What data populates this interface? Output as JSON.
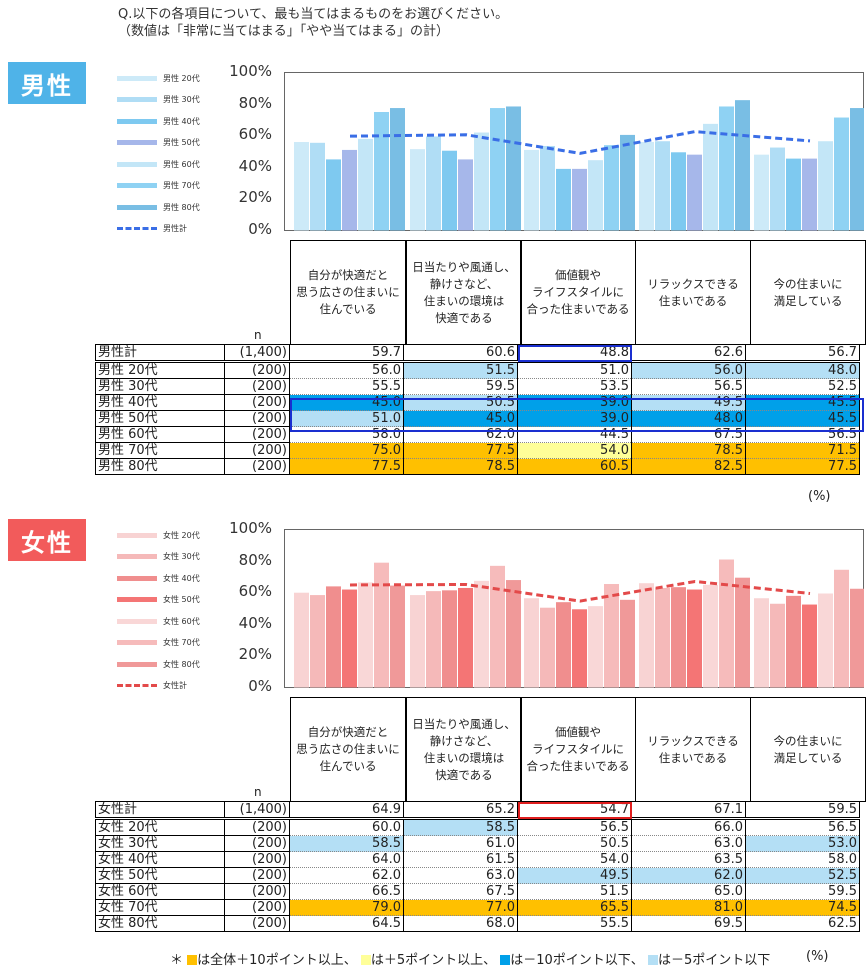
{
  "question": "Q.以下の各項目について、最も当てはまるものをお選びください。\n（数値は「非常に当てはまる」「やや当てはまる」の計）",
  "categories": [
    "自分が快適だと\n思う広さの住まいに\n住んでいる",
    "日当たりや風通し、\n静けさなど、\n住まいの環境は\n快適である",
    "価値観や\nライフスタイルに\n合った住まいである",
    "リラックスできる\n住まいである",
    "今の住まいに\n満足している"
  ],
  "n_header": "n",
  "unit": "(%)",
  "colors": {
    "gold": "#FFC000",
    "light_yellow": "#FFFF99",
    "strong_blue": "#00A0E9",
    "light_blue": "#B4DFF5"
  },
  "footnote": {
    "prefix": "＊",
    "gold": "は全体＋10ポイント以上、",
    "yellow": "は＋5ポイント以上、",
    "strong_blue": "は－10ポイント以下、",
    "light_blue": "は－5ポイント以下",
    "unit": "(%)"
  },
  "chart_data": [
    {
      "type": "bar",
      "badge": "男性",
      "badge_color": "#4FB3E8",
      "total_color": "#3A6EE6",
      "highlight_color": "#1A2FD0",
      "ylim": [
        0,
        100
      ],
      "yticks": [
        "100%",
        "80%",
        "60%",
        "40%",
        "20%",
        "0%"
      ],
      "series_colors": [
        "#CDEAF8",
        "#B0DDF5",
        "#7EC9F0",
        "#A6B7EA",
        "#C3E6F7",
        "#8FD2F3",
        "#79BEE4"
      ],
      "total": {
        "name": "男性計",
        "n": "(1,400)",
        "values": [
          59.7,
          60.6,
          48.8,
          62.6,
          56.7
        ]
      },
      "series": [
        {
          "name": "男性 20代",
          "n": "(200)",
          "values": [
            56.0,
            51.5,
            51.0,
            56.0,
            48.0
          ]
        },
        {
          "name": "男性 30代",
          "n": "(200)",
          "values": [
            55.5,
            59.5,
            53.5,
            56.5,
            52.5
          ]
        },
        {
          "name": "男性 40代",
          "n": "(200)",
          "values": [
            45.0,
            50.5,
            39.0,
            49.5,
            45.5
          ]
        },
        {
          "name": "男性 50代",
          "n": "(200)",
          "values": [
            51.0,
            45.0,
            39.0,
            48.0,
            45.5
          ]
        },
        {
          "name": "男性 60代",
          "n": "(200)",
          "values": [
            58.0,
            62.0,
            44.5,
            67.5,
            56.5
          ]
        },
        {
          "name": "男性 70代",
          "n": "(200)",
          "values": [
            75.0,
            77.5,
            54.0,
            78.5,
            71.5
          ]
        },
        {
          "name": "男性 80代",
          "n": "(200)",
          "values": [
            77.5,
            78.5,
            60.5,
            82.5,
            77.5
          ]
        }
      ],
      "highlights": [
        [
          null,
          "light_blue",
          null,
          "light_blue",
          "light_blue"
        ],
        [
          null,
          null,
          null,
          null,
          null
        ],
        [
          "strong_blue",
          "light_blue",
          "strong_blue",
          "light_blue",
          "strong_blue"
        ],
        [
          "light_blue",
          "strong_blue",
          "strong_blue",
          "strong_blue",
          "strong_blue"
        ],
        [
          null,
          null,
          null,
          null,
          null
        ],
        [
          "gold",
          "gold",
          "light_yellow",
          "gold",
          "gold"
        ],
        [
          "gold",
          "gold",
          "gold",
          "gold",
          "gold"
        ]
      ]
    },
    {
      "type": "bar",
      "badge": "女性",
      "badge_color": "#F25B5B",
      "total_color": "#E34A4A",
      "highlight_color": "#E01E1E",
      "ylim": [
        0,
        100
      ],
      "yticks": [
        "100%",
        "80%",
        "60%",
        "40%",
        "20%",
        "0%"
      ],
      "series_colors": [
        "#F8D3D3",
        "#F5B9B9",
        "#F08E8E",
        "#F47575",
        "#F9D7D7",
        "#F6BBBB",
        "#F09999"
      ],
      "total": {
        "name": "女性計",
        "n": "(1,400)",
        "values": [
          64.9,
          65.2,
          54.7,
          67.1,
          59.5
        ]
      },
      "series": [
        {
          "name": "女性 20代",
          "n": "(200)",
          "values": [
            60.0,
            58.5,
            56.5,
            66.0,
            56.5
          ]
        },
        {
          "name": "女性 30代",
          "n": "(200)",
          "values": [
            58.5,
            61.0,
            50.5,
            63.0,
            53.0
          ]
        },
        {
          "name": "女性 40代",
          "n": "(200)",
          "values": [
            64.0,
            61.5,
            54.0,
            63.5,
            58.0
          ]
        },
        {
          "name": "女性 50代",
          "n": "(200)",
          "values": [
            62.0,
            63.0,
            49.5,
            62.0,
            52.5
          ]
        },
        {
          "name": "女性 60代",
          "n": "(200)",
          "values": [
            66.5,
            67.5,
            51.5,
            65.0,
            59.5
          ]
        },
        {
          "name": "女性 70代",
          "n": "(200)",
          "values": [
            79.0,
            77.0,
            65.5,
            81.0,
            74.5
          ]
        },
        {
          "name": "女性 80代",
          "n": "(200)",
          "values": [
            64.5,
            68.0,
            55.5,
            69.5,
            62.5
          ]
        }
      ],
      "highlights": [
        [
          null,
          "light_blue",
          null,
          null,
          null
        ],
        [
          "light_blue",
          null,
          null,
          null,
          "light_blue"
        ],
        [
          null,
          null,
          null,
          null,
          null
        ],
        [
          null,
          null,
          "light_blue",
          "light_blue",
          "light_blue"
        ],
        [
          null,
          null,
          null,
          null,
          null
        ],
        [
          "gold",
          "gold",
          "gold",
          "gold",
          "gold"
        ],
        [
          null,
          null,
          null,
          null,
          null
        ]
      ]
    }
  ]
}
